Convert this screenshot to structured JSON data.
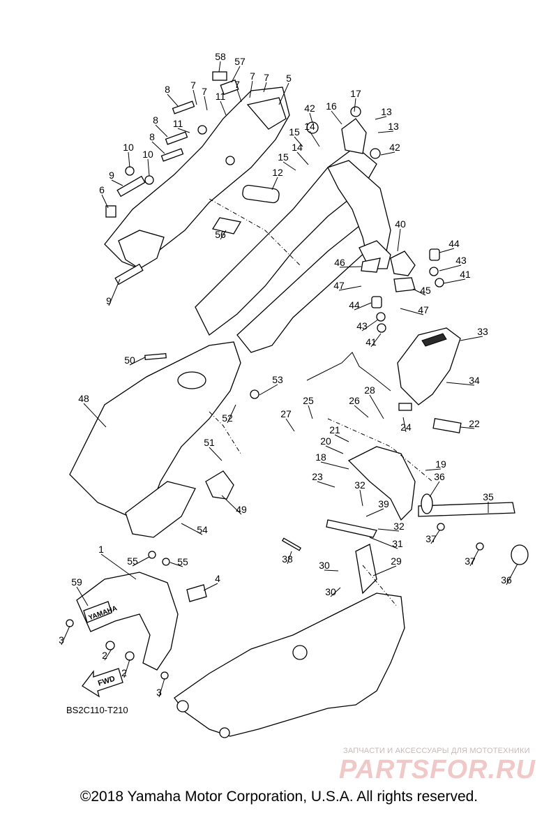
{
  "diagram": {
    "drawing_code": "BS2C110-T210",
    "copyright": "©2018 Yamaha Motor Corporation, U.S.A. All rights reserved.",
    "watermark": {
      "subtitle": "ЗАПЧАСТИ И АКСЕССУАРЫ ДЛЯ МОТОТЕХНИКИ",
      "logo": "PARTSFOR.RU"
    },
    "fender_brand": "YAMAHA",
    "fwd_arrow": "FWD",
    "callouts": [
      "1",
      "2",
      "2",
      "3",
      "3",
      "4",
      "5",
      "6",
      "7",
      "7",
      "7",
      "7",
      "7",
      "8",
      "8",
      "8",
      "9",
      "9",
      "10",
      "10",
      "11",
      "11",
      "12",
      "13",
      "13",
      "14",
      "14",
      "15",
      "15",
      "16",
      "17",
      "18",
      "19",
      "20",
      "21",
      "22",
      "23",
      "24",
      "25",
      "26",
      "27",
      "28",
      "29",
      "30",
      "30",
      "31",
      "32",
      "32",
      "33",
      "34",
      "35",
      "36",
      "36",
      "37",
      "37",
      "38",
      "39",
      "40",
      "41",
      "41",
      "42",
      "42",
      "43",
      "43",
      "44",
      "44",
      "45",
      "46",
      "47",
      "47",
      "48",
      "49",
      "50",
      "51",
      "52",
      "53",
      "54",
      "55",
      "55",
      "56",
      "57",
      "58",
      "59"
    ]
  }
}
